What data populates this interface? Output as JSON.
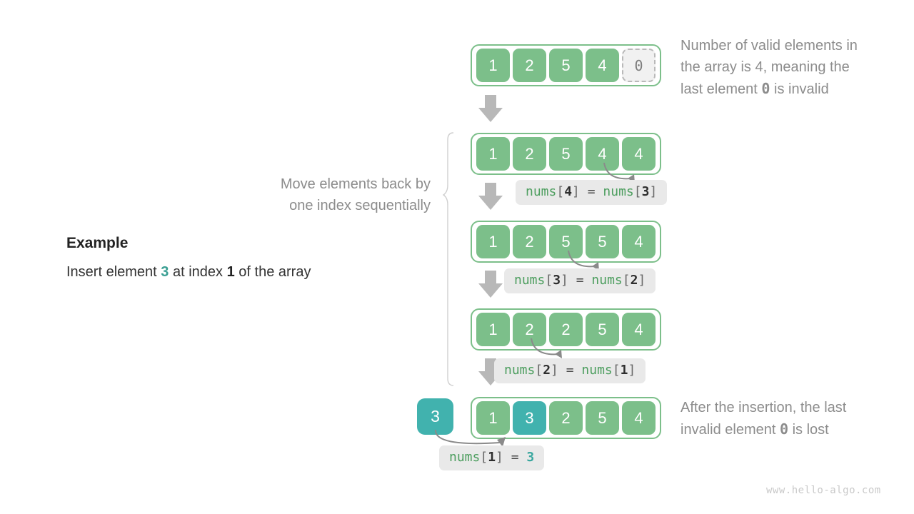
{
  "example": {
    "title": "Example",
    "desc_pre": "Insert element ",
    "desc_value": "3",
    "desc_mid": " at index ",
    "desc_index": "1",
    "desc_post": " of the array"
  },
  "notes": {
    "top_line1": "Number of valid elements in",
    "top_line2": "the array is 4, meaning the",
    "top_line3_pre": "last element ",
    "top_line3_val": "0",
    "top_line3_post": " is invalid",
    "move_line1": "Move elements back by",
    "move_line2": "one index sequentially",
    "bottom_line1": "After the insertion, the last",
    "bottom_line2_pre": "invalid element ",
    "bottom_line2_val": "0",
    "bottom_line2_post": " is lost"
  },
  "rows": [
    {
      "id": "row-initial",
      "cells": [
        "1",
        "2",
        "5",
        "4",
        "0"
      ],
      "invalid_index": 4,
      "highlight_index": -1
    },
    {
      "id": "row-shift-4",
      "cells": [
        "1",
        "2",
        "5",
        "4",
        "4"
      ],
      "invalid_index": -1,
      "highlight_index": -1
    },
    {
      "id": "row-shift-3",
      "cells": [
        "1",
        "2",
        "5",
        "5",
        "4"
      ],
      "invalid_index": -1,
      "highlight_index": -1
    },
    {
      "id": "row-shift-2",
      "cells": [
        "1",
        "2",
        "2",
        "5",
        "4"
      ],
      "invalid_index": -1,
      "highlight_index": -1
    },
    {
      "id": "row-final",
      "cells": [
        "1",
        "3",
        "2",
        "5",
        "4"
      ],
      "invalid_index": -1,
      "highlight_index": 1
    }
  ],
  "inserted_element": "3",
  "code_labels": [
    {
      "id": "code-nums4",
      "var1": "nums",
      "lb1": "[",
      "idx1": "4",
      "rb1": "]",
      "op": "=",
      "var2": "nums",
      "lb2": "[",
      "idx2": "3",
      "rb2": "]"
    },
    {
      "id": "code-nums3",
      "var1": "nums",
      "lb1": "[",
      "idx1": "3",
      "rb1": "]",
      "op": "=",
      "var2": "nums",
      "lb2": "[",
      "idx2": "2",
      "rb2": "]"
    },
    {
      "id": "code-nums2",
      "var1": "nums",
      "lb1": "[",
      "idx1": "2",
      "rb1": "]",
      "op": "=",
      "var2": "nums",
      "lb2": "[",
      "idx2": "1",
      "rb2": "]"
    },
    {
      "id": "code-nums1",
      "var1": "nums",
      "lb1": "[",
      "idx1": "1",
      "rb1": "]",
      "op": "=",
      "value": "3"
    }
  ],
  "watermark": "www.hello-algo.com",
  "colors": {
    "green": "#7cbf8a",
    "green_border": "#7cbf8a",
    "teal": "#41b2ae",
    "gray_arrow": "#b8b8b8",
    "chip_bg": "#e9e9e9",
    "note_text": "#8c8c8c",
    "code_var": "#4d9e5f",
    "code_teal": "#3aa79f"
  }
}
